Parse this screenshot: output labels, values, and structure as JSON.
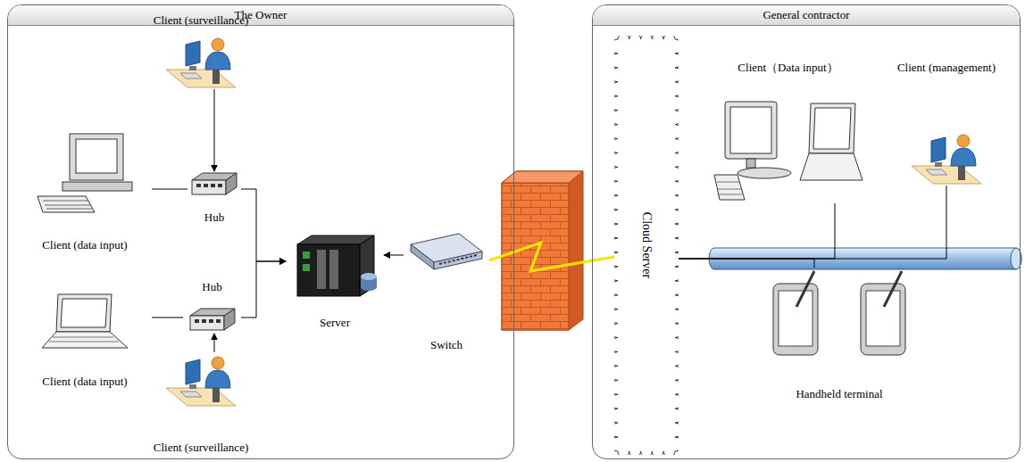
{
  "diagram": {
    "nodes": [
      {
        "text": [
          "The Owner"
        ]
      },
      {
        "text": [
          "Client (surveillance)"
        ],
        "in": 0
      },
      {
        "text": [
          "Client (data input)"
        ],
        "in": 0
      },
      {
        "text": [
          "Hub"
        ],
        "in": 0
      },
      {
        "text": [
          "Server"
        ],
        "in": 0
      },
      {
        "text": [
          "Client (data input)"
        ],
        "in": 0
      },
      {
        "text": [
          "Hub"
        ],
        "in": 0
      },
      {
        "text": [
          "Client (surveillance)"
        ],
        "in": 0
      },
      {
        "text": [
          "Switch"
        ],
        "in": 0
      },
      {
        "text": [
          "General contractor"
        ]
      },
      {
        "text": [
          "Cloud Server"
        ],
        "in": 9
      },
      {
        "text": [
          "Client（Data input）"
        ],
        "in": 9
      },
      {
        "text": [
          "Client (management)"
        ],
        "in": 9
      },
      {
        "text": [
          "Handheld terminal"
        ],
        "in": 9
      }
    ],
    "edges": [
      {
        "from": 2,
        "to": 3,
        "arrow": "none"
      },
      {
        "from": 1,
        "to": 3,
        "arrow": "to"
      },
      {
        "from": 3,
        "to": 4,
        "arrow": "to"
      },
      {
        "from": 5,
        "to": 6,
        "arrow": "none"
      },
      {
        "from": 7,
        "to": 6,
        "arrow": "to"
      },
      {
        "from": 6,
        "to": 4,
        "arrow": "to"
      },
      {
        "from": 8,
        "to": 4,
        "arrow": "to"
      },
      {
        "from": 8,
        "to": 10,
        "arrow": "none"
      },
      {
        "from": 10,
        "to": 11,
        "arrow": "none"
      },
      {
        "from": 10,
        "to": 12,
        "arrow": "none"
      },
      {
        "from": 10,
        "to": 13,
        "arrow": "none"
      }
    ]
  }
}
